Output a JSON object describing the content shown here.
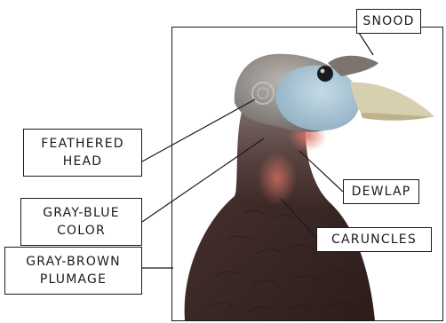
{
  "figure": {
    "labels": {
      "snood": [
        "SNOOD"
      ],
      "feathered_head": [
        "FEATHERED",
        "HEAD"
      ],
      "gray_blue_color": [
        "GRAY-BLUE",
        "COLOR"
      ],
      "dewlap": [
        "DEWLAP"
      ],
      "caruncles": [
        "CARUNCLES"
      ],
      "gray_brown_plumage": [
        "GRAY-BROWN",
        "PLUMAGE"
      ]
    },
    "colors": {
      "skin_blue": "#a9c6d6",
      "wattle_red": "#d9675a",
      "plumage_dark": "#3d2a26",
      "feather_gray": "#8d8682",
      "beak": "#d8cfae"
    }
  }
}
